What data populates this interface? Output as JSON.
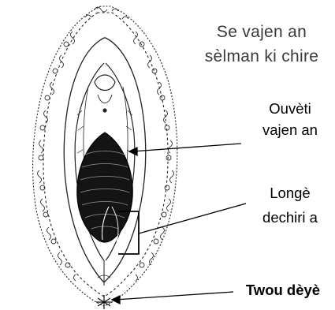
{
  "title": {
    "lines": [
      "Se vajen an",
      "sèlman ki chire"
    ]
  },
  "labels": {
    "opening": {
      "lines": [
        "Ouvèti",
        "vajen an"
      ]
    },
    "tear": {
      "lines": [
        "Longè",
        "dechiri a"
      ]
    },
    "anus": {
      "text": "Twou dèyè"
    }
  }
}
